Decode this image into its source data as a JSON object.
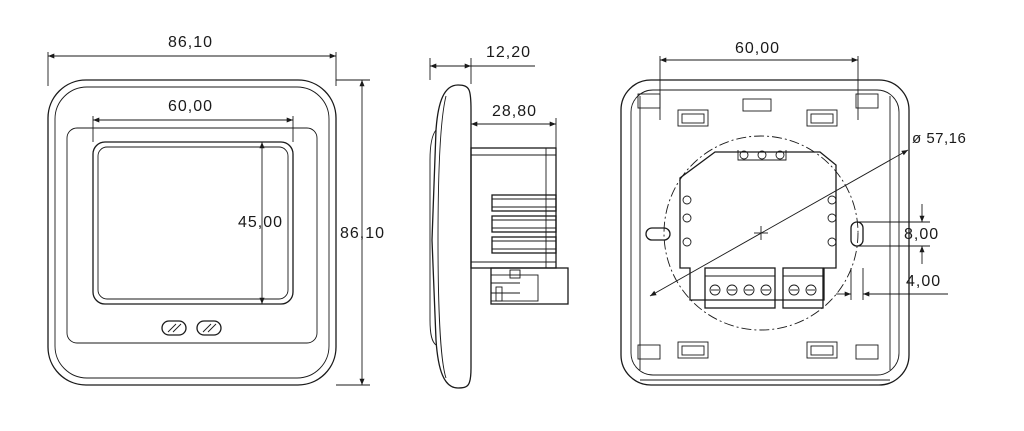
{
  "front_view": {
    "overall_width": "86,10",
    "screen_width": "60,00",
    "screen_height": "45,00",
    "overall_height": "86,10"
  },
  "side_view": {
    "front_depth": "12,20",
    "body_depth": "28,80"
  },
  "back_view": {
    "mount_spacing": "60,00",
    "diameter": "ø 57,16",
    "slot_height": "8,00",
    "slot_offset": "4,00"
  }
}
